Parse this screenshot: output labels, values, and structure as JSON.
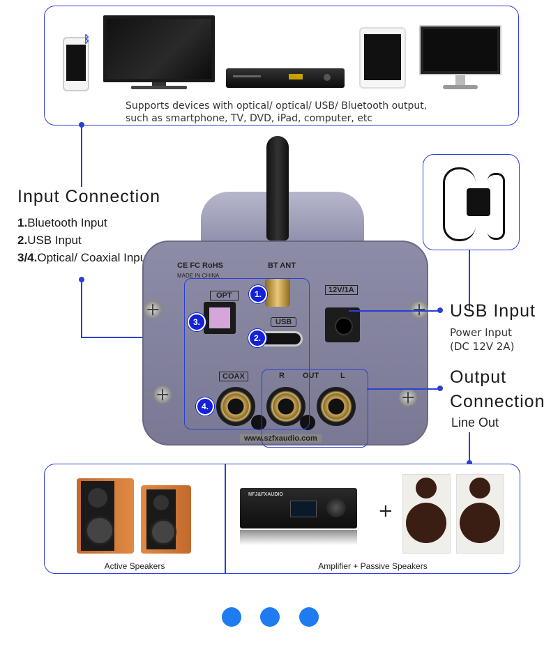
{
  "top_panel": {
    "caption_line1": "Supports devices with optical/ optical/ USB/ Bluetooth output,",
    "caption_line2": "such as smartphone, TV, DVD, iPad, computer, etc",
    "devices": [
      "smartphone-icon",
      "tv-icon",
      "dvd-player-icon",
      "tablet-icon",
      "monitor-icon"
    ],
    "bluetooth_symbol": "ᛒ"
  },
  "input_connection": {
    "title": "Input Connection",
    "items": [
      {
        "num": "1.",
        "text": "Bluetooth Input"
      },
      {
        "num": "2.",
        "text": "USB Input"
      },
      {
        "num": "3/4.",
        "text": "Optical/ Coaxial Input"
      }
    ]
  },
  "usb_input": {
    "title": "USB Input",
    "sub1": "Power Input",
    "sub2": "(DC 12V 2A)"
  },
  "output_connection": {
    "title1": "Output",
    "title2": "Connection",
    "sub": "Line Out"
  },
  "device_panel": {
    "cert": "CE FC RoHS",
    "made": "MADE IN CHINA",
    "bt_label": "BT ANT",
    "opt": "OPT",
    "usb": "USB",
    "power": "12V/1A",
    "coax": "COAX",
    "out_r": "R",
    "out_mid": "OUT",
    "out_l": "L",
    "website": "www.szfxaudio.com",
    "badges": [
      "1.",
      "2.",
      "3.",
      "4."
    ]
  },
  "bottom_panel": {
    "left_caption": "Active Speakers",
    "right_caption": "Amplifier + Passive Speakers",
    "plus": "+",
    "amp_brand": "NFJ&FXAUDIO"
  },
  "colors": {
    "accent": "#2b3fd6",
    "badge": "#1421d8",
    "carousel": "#1f7bf0",
    "device_body": "#8a8aa6"
  },
  "carousel": {
    "count": 3
  }
}
